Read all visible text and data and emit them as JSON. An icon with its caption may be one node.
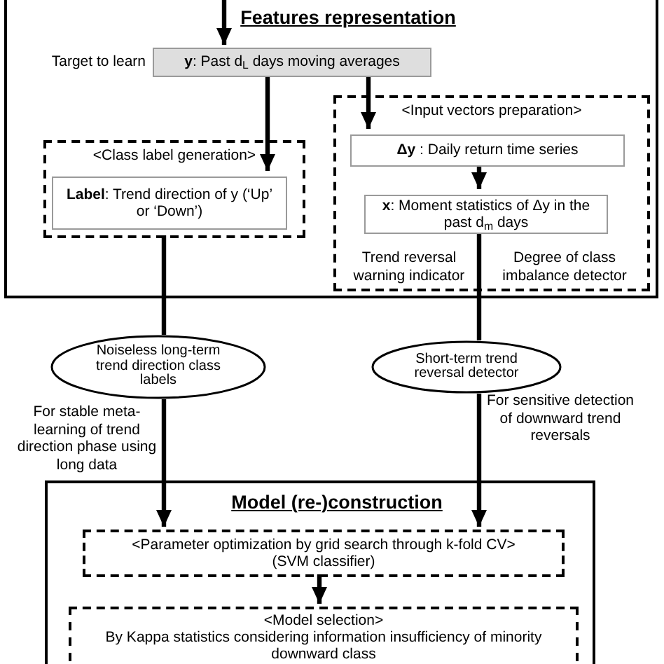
{
  "diagram": {
    "nodes": [
      {
        "text": [
          "Features representation"
        ]
      },
      {
        "text": [
          "**y**: Past d$_{L}$ days moving averages"
        ],
        "in": 0,
        "beside": [
          "Target to learn"
        ]
      },
      {
        "text": [
          "<Class label generation>"
        ],
        "in": 0
      },
      {
        "text": [
          "**Label**: Trend direction of y (‘Up’ or ‘Down’)"
        ],
        "in": 2
      },
      {
        "text": [
          "<Input vectors preparation>",
          "Trend reversal warning indicator",
          "Degree of class imbalance detector"
        ],
        "in": 0
      },
      {
        "text": [
          "**Δy** : Daily return time series"
        ],
        "in": 4
      },
      {
        "text": [
          "**x**: Moment statistics of Δy in the past d$_{m}$ days"
        ],
        "in": 4
      },
      {
        "text": [
          "Noiseless long-term trend direction class labels"
        ]
      },
      {
        "text": [
          "Short-term trend reversal detector"
        ]
      },
      {
        "text": [
          "Model (re-)construction"
        ]
      },
      {
        "text": [
          "<Parameter optimization by grid search through k-fold CV>",
          "(SVM classifier)"
        ],
        "in": 9
      },
      {
        "text": [
          "<Model selection>",
          "By Kappa statistics considering information insufficiency of minority downward class"
        ],
        "in": 9
      }
    ],
    "edges": [
      {
        "from": null,
        "to": 1,
        "arrow": "to"
      },
      {
        "from": 1,
        "to": 3,
        "arrow": "to"
      },
      {
        "from": 1,
        "to": 5,
        "arrow": "to"
      },
      {
        "from": 5,
        "to": 6,
        "arrow": "to"
      },
      {
        "from": 2,
        "to": 7,
        "arrow": "none"
      },
      {
        "from": 6,
        "to": 8,
        "arrow": "none"
      },
      {
        "from": 7,
        "to": 10,
        "arrow": "to"
      },
      {
        "from": 8,
        "to": 10,
        "arrow": "to"
      },
      {
        "from": 10,
        "to": 11,
        "arrow": "to"
      }
    ],
    "labels": [
      "For stable meta-learning of trend direction phase using long data",
      "For sensitive detection of downward trend reversals"
    ]
  }
}
